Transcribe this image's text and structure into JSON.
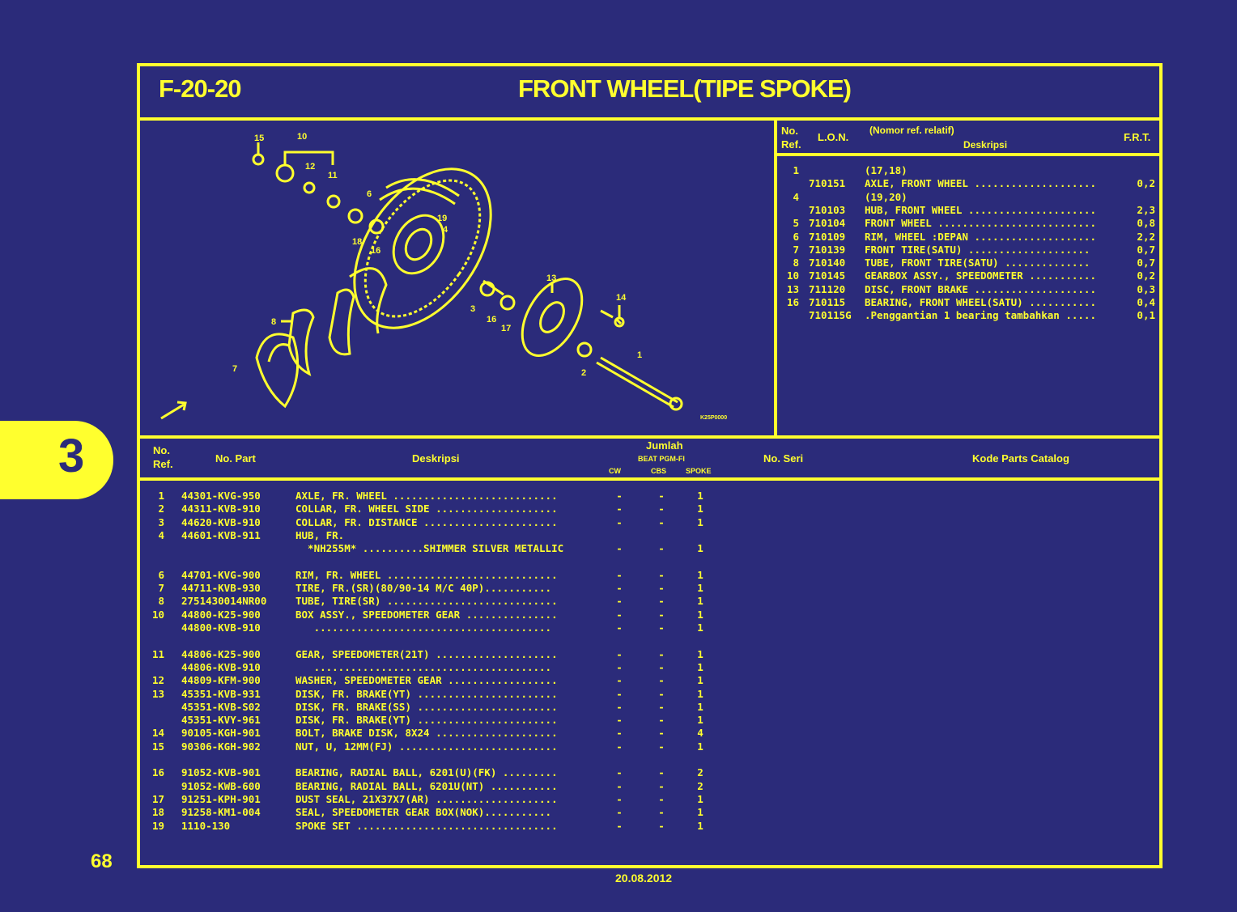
{
  "header": {
    "code": "F-20-20",
    "title": "FRONT WHEEL(TIPE SPOKE)"
  },
  "side_tab": {
    "label": "3"
  },
  "footer": {
    "page_number": "68",
    "date": "20.08.2012"
  },
  "ref_table": {
    "headers": {
      "no": "No.",
      "ref": "Ref.",
      "lon": "L.O.N.",
      "nomor": "(Nomor ref. relatif)",
      "deskripsi": "Deskripsi",
      "frt": "F.R.T."
    },
    "rows": [
      {
        "ref": "1",
        "lon": "",
        "desc": "(17,18)",
        "frt": ""
      },
      {
        "ref": "",
        "lon": "710151",
        "desc": "AXLE, FRONT WHEEL ....................",
        "frt": "0,2"
      },
      {
        "ref": "4",
        "lon": "",
        "desc": "(19,20)",
        "frt": ""
      },
      {
        "ref": "",
        "lon": "710103",
        "desc": "HUB, FRONT WHEEL .....................",
        "frt": "2,3"
      },
      {
        "ref": "5",
        "lon": "710104",
        "desc": "FRONT WHEEL ..........................",
        "frt": "0,8"
      },
      {
        "ref": "6",
        "lon": "710109",
        "desc": "RIM, WHEEL :DEPAN ....................",
        "frt": "2,2"
      },
      {
        "ref": "7",
        "lon": "710139",
        "desc": "FRONT TIRE(SATU) ....................",
        "frt": "0,7"
      },
      {
        "ref": "8",
        "lon": "710140",
        "desc": "TUBE, FRONT TIRE(SATU) ..............",
        "frt": "0,7"
      },
      {
        "ref": "10",
        "lon": "710145",
        "desc": "GEARBOX ASSY., SPEEDOMETER ...........",
        "frt": "0,2"
      },
      {
        "ref": "13",
        "lon": "711120",
        "desc": "DISC, FRONT BRAKE ....................",
        "frt": "0,3"
      },
      {
        "ref": "16",
        "lon": "710115",
        "desc": "BEARING, FRONT WHEEL(SATU) ...........",
        "frt": "0,4"
      },
      {
        "ref": "",
        "lon": "710115G",
        "desc": ".Penggantian 1 bearing tambahkan .....",
        "frt": "0,1"
      }
    ]
  },
  "parts_table": {
    "headers": {
      "no": "No.",
      "ref": "Ref.",
      "part": "No. Part",
      "deskripsi": "Deskripsi",
      "jumlah": "Jumlah",
      "model": "BEAT PGM-FI",
      "cw": "CW",
      "cbs": "CBS",
      "spoke": "SPOKE",
      "seri": "No. Seri",
      "kode": "Kode Parts Catalog"
    },
    "rows": [
      {
        "ref": "1",
        "part": "44301-KVG-950",
        "desc": "AXLE, FR. WHEEL ...........................",
        "cw": "-",
        "cbs": "-",
        "spoke": "1"
      },
      {
        "ref": "2",
        "part": "44311-KVB-910",
        "desc": "COLLAR, FR. WHEEL SIDE ....................",
        "cw": "-",
        "cbs": "-",
        "spoke": "1"
      },
      {
        "ref": "3",
        "part": "44620-KVB-910",
        "desc": "COLLAR, FR. DISTANCE ......................",
        "cw": "-",
        "cbs": "-",
        "spoke": "1"
      },
      {
        "ref": "4",
        "part": "44601-KVB-911",
        "desc": "HUB, FR.\n  *NH255M* ..........SHIMMER SILVER METALLIC",
        "cw": "-",
        "cbs": "-",
        "spoke": "1"
      },
      {
        "ref": "6",
        "part": "44701-KVG-900",
        "desc": "RIM, FR. WHEEL ............................",
        "cw": "-",
        "cbs": "-",
        "spoke": "1"
      },
      {
        "ref": "7",
        "part": "44711-KVB-930",
        "desc": "TIRE, FR.(SR)(80/90-14 M/C 40P)...........",
        "cw": "-",
        "cbs": "-",
        "spoke": "1"
      },
      {
        "ref": "8",
        "part": "2751430014NR00",
        "desc": "TUBE, TIRE(SR) ............................",
        "cw": "-",
        "cbs": "-",
        "spoke": "1"
      },
      {
        "ref": "10",
        "part": "44800-K25-900",
        "desc": "BOX ASSY., SPEEDOMETER GEAR ...............",
        "cw": "-",
        "cbs": "-",
        "spoke": "1"
      },
      {
        "ref": "",
        "part": "44800-KVB-910",
        "desc": "   .......................................",
        "cw": "-",
        "cbs": "-",
        "spoke": "1"
      },
      {
        "ref": "11",
        "part": "44806-K25-900",
        "desc": "GEAR, SPEEDOMETER(21T) ....................",
        "cw": "-",
        "cbs": "-",
        "spoke": "1"
      },
      {
        "ref": "",
        "part": "44806-KVB-910",
        "desc": "   .......................................",
        "cw": "-",
        "cbs": "-",
        "spoke": "1"
      },
      {
        "ref": "12",
        "part": "44809-KFM-900",
        "desc": "WASHER, SPEEDOMETER GEAR ..................",
        "cw": "-",
        "cbs": "-",
        "spoke": "1"
      },
      {
        "ref": "13",
        "part": "45351-KVB-931",
        "desc": "DISK, FR. BRAKE(YT) .......................",
        "cw": "-",
        "cbs": "-",
        "spoke": "1"
      },
      {
        "ref": "",
        "part": "45351-KVB-S02",
        "desc": "DISK, FR. BRAKE(SS) .......................",
        "cw": "-",
        "cbs": "-",
        "spoke": "1"
      },
      {
        "ref": "",
        "part": "45351-KVY-961",
        "desc": "DISK, FR. BRAKE(YT) .......................",
        "cw": "-",
        "cbs": "-",
        "spoke": "1"
      },
      {
        "ref": "14",
        "part": "90105-KGH-901",
        "desc": "BOLT, BRAKE DISK, 8X24 ....................",
        "cw": "-",
        "cbs": "-",
        "spoke": "4"
      },
      {
        "ref": "15",
        "part": "90306-KGH-902",
        "desc": "NUT, U, 12MM(FJ) ..........................",
        "cw": "-",
        "cbs": "-",
        "spoke": "1"
      },
      {
        "ref": "16",
        "part": "91052-KVB-901",
        "desc": "BEARING, RADIAL BALL, 6201(U)(FK) .........",
        "cw": "-",
        "cbs": "-",
        "spoke": "2"
      },
      {
        "ref": "",
        "part": "91052-KWB-600",
        "desc": "BEARING, RADIAL BALL, 6201U(NT) ...........",
        "cw": "-",
        "cbs": "-",
        "spoke": "2"
      },
      {
        "ref": "17",
        "part": "91251-KPH-901",
        "desc": "DUST SEAL, 21X37X7(AR) ....................",
        "cw": "-",
        "cbs": "-",
        "spoke": "1"
      },
      {
        "ref": "18",
        "part": "91258-KM1-004",
        "desc": "SEAL, SPEEDOMETER GEAR BOX(NOK)...........",
        "cw": "-",
        "cbs": "-",
        "spoke": "1"
      },
      {
        "ref": "19",
        "part": "1110-130",
        "desc": "SPOKE SET .................................",
        "cw": "-",
        "cbs": "-",
        "spoke": "1"
      }
    ]
  },
  "diagram": {
    "callouts": [
      "15",
      "10",
      "12",
      "11",
      "6",
      "19",
      "4",
      "18",
      "16",
      "13",
      "14",
      "3",
      "16",
      "17",
      "8",
      "1",
      "2",
      "7"
    ],
    "code": "K25P0000"
  },
  "colors": {
    "background": "#2b2b7a",
    "ink": "#ffff2e"
  }
}
